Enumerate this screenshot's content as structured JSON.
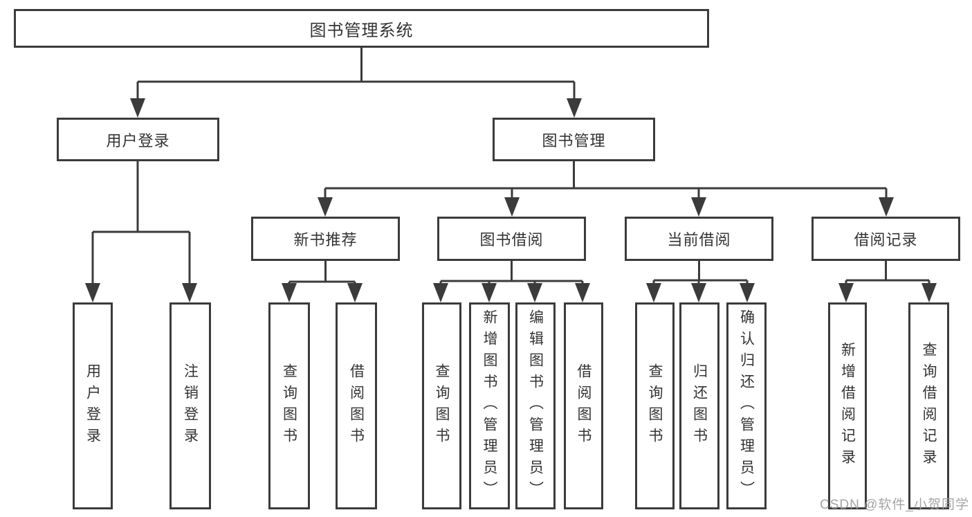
{
  "diagram_type": "hierarchy-tree",
  "tree": {
    "root": "图书管理系统",
    "children": [
      {
        "label": "用户登录",
        "children": [
          "用户登录",
          "注销登录"
        ]
      },
      {
        "label": "图书管理",
        "children": [
          {
            "label": "新书推荐",
            "children": [
              "查询图书",
              "借阅图书"
            ]
          },
          {
            "label": "图书借阅",
            "children": [
              "查询图书",
              "新增图书（管理员）",
              "编辑图书（管理员）",
              "借阅图书"
            ]
          },
          {
            "label": "当前借阅",
            "children": [
              "查询图书",
              "归还图书",
              "确认归还（管理员）"
            ]
          },
          {
            "label": "借阅记录",
            "children": [
              "新增借阅记录",
              "查询借阅记录"
            ]
          }
        ]
      }
    ]
  },
  "watermark": {
    "text": "CSDN @软件_小贺同学"
  },
  "colors": {
    "background": "#ffffff",
    "line": "#3b3b3b",
    "box_border": "#3b3b3b",
    "text": "#333333",
    "watermark": "#9d9d9d"
  }
}
